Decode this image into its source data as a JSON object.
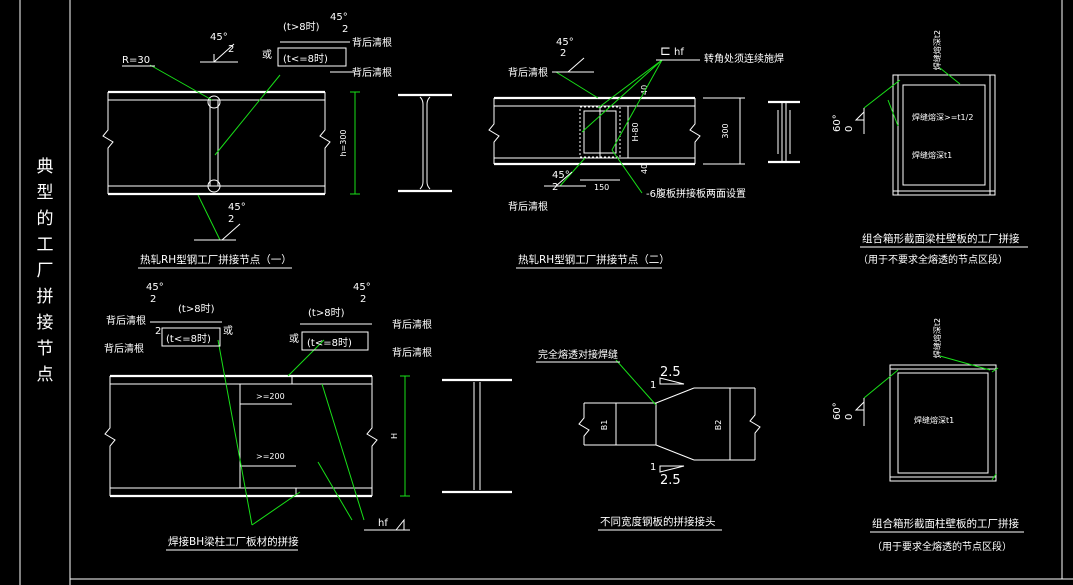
{
  "side_title_chars": [
    "典",
    "型",
    "的",
    "工",
    "厂",
    "拼",
    "接",
    "节",
    "点"
  ],
  "colors": {
    "background": "#000000",
    "line": "#ffffff",
    "leader": "#18e018"
  },
  "d1": {
    "caption": "热轧RH型钢工厂拼接节点（一）",
    "radius": "R=30",
    "height_dim": "h=300",
    "weld_symbol": {
      "angle": "45°",
      "gap": "2"
    },
    "weld_bottom": {
      "angle": "45°",
      "gap": "2"
    },
    "cond_gt": "(t>8时)",
    "cond_le": "(t<=8时)",
    "or": "或",
    "backgouge_1": "背后清根",
    "backgouge_2": "背后清根"
  },
  "d2": {
    "caption": "热轧RH型钢工厂拼接节点（二）",
    "weld_top": {
      "angle": "45°",
      "gap": "2"
    },
    "weld_bottom": {
      "angle": "45°",
      "gap": "2"
    },
    "backgouge_top": "背后清根",
    "backgouge_bottom": "背后清根",
    "fillet": "hf",
    "corner_note": "转角处须连续施焊",
    "plate_note": "-6腹板拼接板两面设置",
    "dim_40_top": "40",
    "dim_h": "H-80",
    "dim_40_bottom": "40",
    "dim_300": "300",
    "dim_150": "150"
  },
  "d3": {
    "caption": "焊接BH梁柱工厂板材的拼接",
    "weld_left": {
      "angle": "45°",
      "gap": "2"
    },
    "weld_right": {
      "angle": "45°",
      "gap": "2"
    },
    "backgouge_1": "背后清根",
    "backgouge_2": "背后清根",
    "backgouge_3": "背后清根",
    "backgouge_4": "背后清根",
    "cond_gt_left": "(t>8时)",
    "cond_le_left": "(t<=8时)",
    "or_left": "或",
    "cond_gt_right": "(t>8时)",
    "cond_le_right": "(t<=8时)",
    "or_right": "或",
    "dim_200_a": ">=200",
    "dim_200_b": ">=200",
    "dim_h": "H",
    "fillet": "hf"
  },
  "d4": {
    "caption": "不同宽度钢板的拼接接头",
    "label_cjp": "完全熔透对接焊缝",
    "slope_top": "2.5",
    "slope_top_one": "1",
    "slope_bottom": "2.5",
    "slope_bottom_one": "1",
    "b1": "B1",
    "b2": "B2"
  },
  "d5": {
    "caption": "组合箱形截面梁柱壁板的工厂拼接",
    "subcaption": "（用于不要求全熔透的节点区段）",
    "weld_angle": "60°",
    "weld_gap": "0",
    "inner_note_1": "焊缝熔深>=t1/2",
    "inner_note_2": "焊缝熔深t1",
    "top_note": "焊缝熔深t2"
  },
  "d6": {
    "caption": "组合箱形截面柱壁板的工厂拼接",
    "subcaption": "（用于要求全熔透的节点区段）",
    "weld_angle": "60°",
    "weld_gap": "0",
    "inner_note": "焊缝熔深t1",
    "top_note": "焊缝熔深t2"
  }
}
